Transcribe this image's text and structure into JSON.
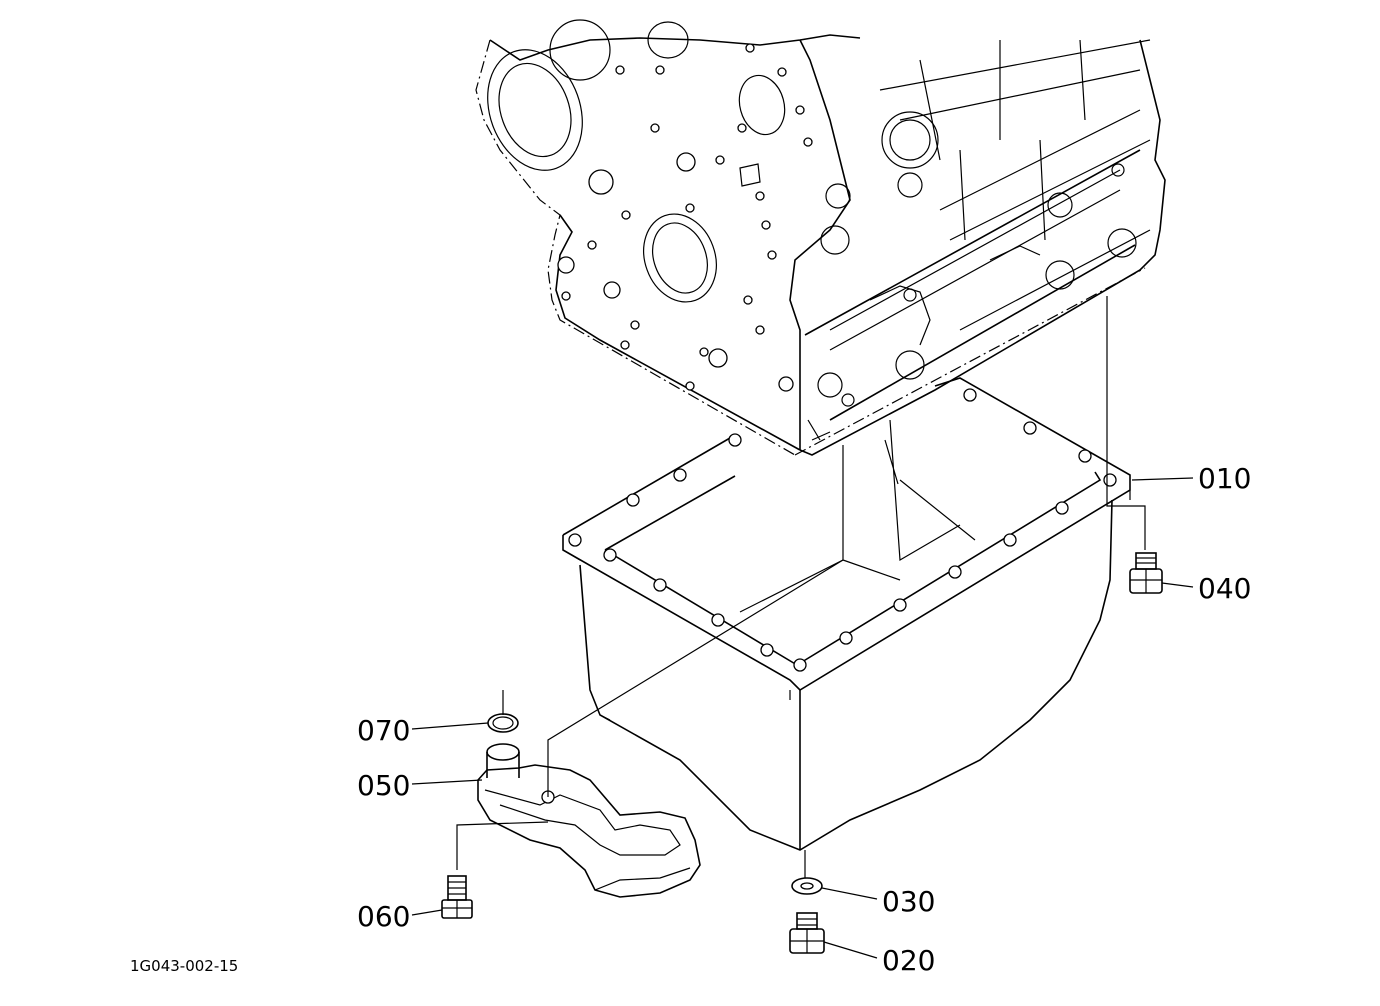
{
  "diagram": {
    "figure_id": "1G043-002-15",
    "parts": [
      {
        "number": "010",
        "icon": "gasket-icon"
      },
      {
        "number": "040",
        "icon": "plug-icon"
      },
      {
        "number": "070",
        "icon": "o-ring-icon"
      },
      {
        "number": "050",
        "icon": "oil-strainer-icon"
      },
      {
        "number": "060",
        "icon": "bolt-icon"
      },
      {
        "number": "030",
        "icon": "washer-icon"
      },
      {
        "number": "020",
        "icon": "drain-plug-icon"
      }
    ]
  }
}
